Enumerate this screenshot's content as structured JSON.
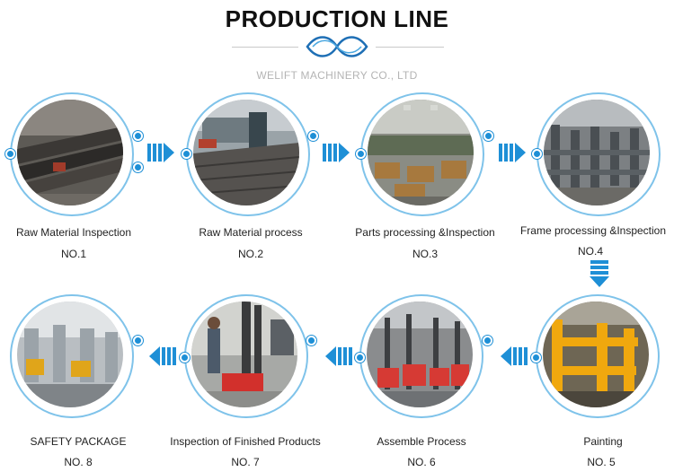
{
  "header": {
    "title": "PRODUCTION LINE",
    "company": "WELIFT MACHINERY CO., LTD"
  },
  "colors": {
    "accent": "#1e8fd6",
    "ring": "#7fc3ea",
    "subtitle": "#b4b4b4"
  },
  "steps": [
    {
      "label": "Raw Material Inspection",
      "number": "NO.1",
      "photo": "steel-stock-photo"
    },
    {
      "label": "Raw Material process",
      "number": "NO.2",
      "photo": "laser-cutting-photo"
    },
    {
      "label": "Parts processing &Inspection",
      "number": "NO.3",
      "photo": "parts-workshop-photo"
    },
    {
      "label": "Frame processing &Inspection",
      "number": "NO.4",
      "photo": "frame-workshop-photo"
    },
    {
      "label": "Painting",
      "number": "NO. 5",
      "photo": "yellow-frames-photo"
    },
    {
      "label": "Assemble Process",
      "number": "NO. 6",
      "photo": "assembly-line-photo"
    },
    {
      "label": "Inspection of Finished Products",
      "number": "NO. 7",
      "photo": "stacker-test-photo"
    },
    {
      "label": "SAFETY PACKAGE",
      "number": "NO. 8",
      "photo": "packaging-photo"
    }
  ]
}
